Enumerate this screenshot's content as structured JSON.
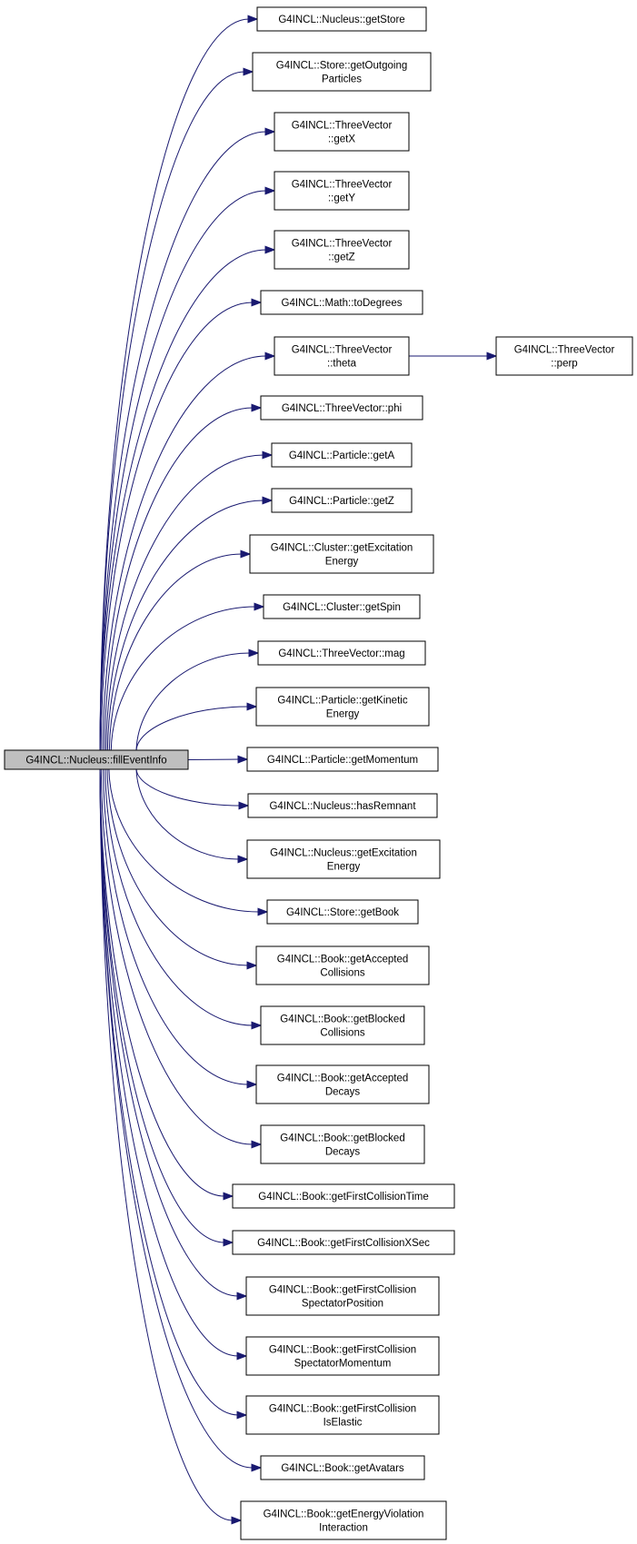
{
  "root": {
    "label": [
      "G4INCL::Nucleus::fillEventInfo"
    ]
  },
  "callees": [
    {
      "id": "getStore",
      "label": [
        "G4INCL::Nucleus::getStore"
      ]
    },
    {
      "id": "getOutgoingParticles",
      "label": [
        "G4INCL::Store::getOutgoing",
        "Particles"
      ]
    },
    {
      "id": "getX",
      "label": [
        "G4INCL::ThreeVector",
        "::getX"
      ]
    },
    {
      "id": "getY",
      "label": [
        "G4INCL::ThreeVector",
        "::getY"
      ]
    },
    {
      "id": "getZ-vector",
      "label": [
        "G4INCL::ThreeVector",
        "::getZ"
      ]
    },
    {
      "id": "toDegrees",
      "label": [
        "G4INCL::Math::toDegrees"
      ]
    },
    {
      "id": "theta",
      "label": [
        "G4INCL::ThreeVector",
        "::theta"
      ]
    },
    {
      "id": "phi",
      "label": [
        "G4INCL::ThreeVector::phi"
      ]
    },
    {
      "id": "getA",
      "label": [
        "G4INCL::Particle::getA"
      ]
    },
    {
      "id": "getZ-particle",
      "label": [
        "G4INCL::Particle::getZ"
      ]
    },
    {
      "id": "cluster-getExcitationEnergy",
      "label": [
        "G4INCL::Cluster::getExcitation",
        "Energy"
      ]
    },
    {
      "id": "getSpin",
      "label": [
        "G4INCL::Cluster::getSpin"
      ]
    },
    {
      "id": "mag",
      "label": [
        "G4INCL::ThreeVector::mag"
      ]
    },
    {
      "id": "getKineticEnergy",
      "label": [
        "G4INCL::Particle::getKinetic",
        "Energy"
      ]
    },
    {
      "id": "getMomentum",
      "label": [
        "G4INCL::Particle::getMomentum"
      ]
    },
    {
      "id": "hasRemnant",
      "label": [
        "G4INCL::Nucleus::hasRemnant"
      ]
    },
    {
      "id": "nucleus-getExcitationEnergy",
      "label": [
        "G4INCL::Nucleus::getExcitation",
        "Energy"
      ]
    },
    {
      "id": "getBook",
      "label": [
        "G4INCL::Store::getBook"
      ]
    },
    {
      "id": "getAcceptedCollisions",
      "label": [
        "G4INCL::Book::getAccepted",
        "Collisions"
      ]
    },
    {
      "id": "getBlockedCollisions",
      "label": [
        "G4INCL::Book::getBlocked",
        "Collisions"
      ]
    },
    {
      "id": "getAcceptedDecays",
      "label": [
        "G4INCL::Book::getAccepted",
        "Decays"
      ]
    },
    {
      "id": "getBlockedDecays",
      "label": [
        "G4INCL::Book::getBlocked",
        "Decays"
      ]
    },
    {
      "id": "getFirstCollisionTime",
      "label": [
        "G4INCL::Book::getFirstCollisionTime"
      ]
    },
    {
      "id": "getFirstCollisionXSec",
      "label": [
        "G4INCL::Book::getFirstCollisionXSec"
      ]
    },
    {
      "id": "getFirstCollisionSpectatorPosition",
      "label": [
        "G4INCL::Book::getFirstCollision",
        "SpectatorPosition"
      ]
    },
    {
      "id": "getFirstCollisionSpectatorMomentum",
      "label": [
        "G4INCL::Book::getFirstCollision",
        "SpectatorMomentum"
      ]
    },
    {
      "id": "getFirstCollisionIsElastic",
      "label": [
        "G4INCL::Book::getFirstCollision",
        "IsElastic"
      ]
    },
    {
      "id": "getAvatars",
      "label": [
        "G4INCL::Book::getAvatars"
      ]
    },
    {
      "id": "getEnergyViolationInteraction",
      "label": [
        "G4INCL::Book::getEnergyViolation",
        "Interaction"
      ]
    }
  ],
  "secondary": [
    {
      "id": "perp",
      "from": "theta",
      "label": [
        "G4INCL::ThreeVector",
        "::perp"
      ]
    }
  ]
}
